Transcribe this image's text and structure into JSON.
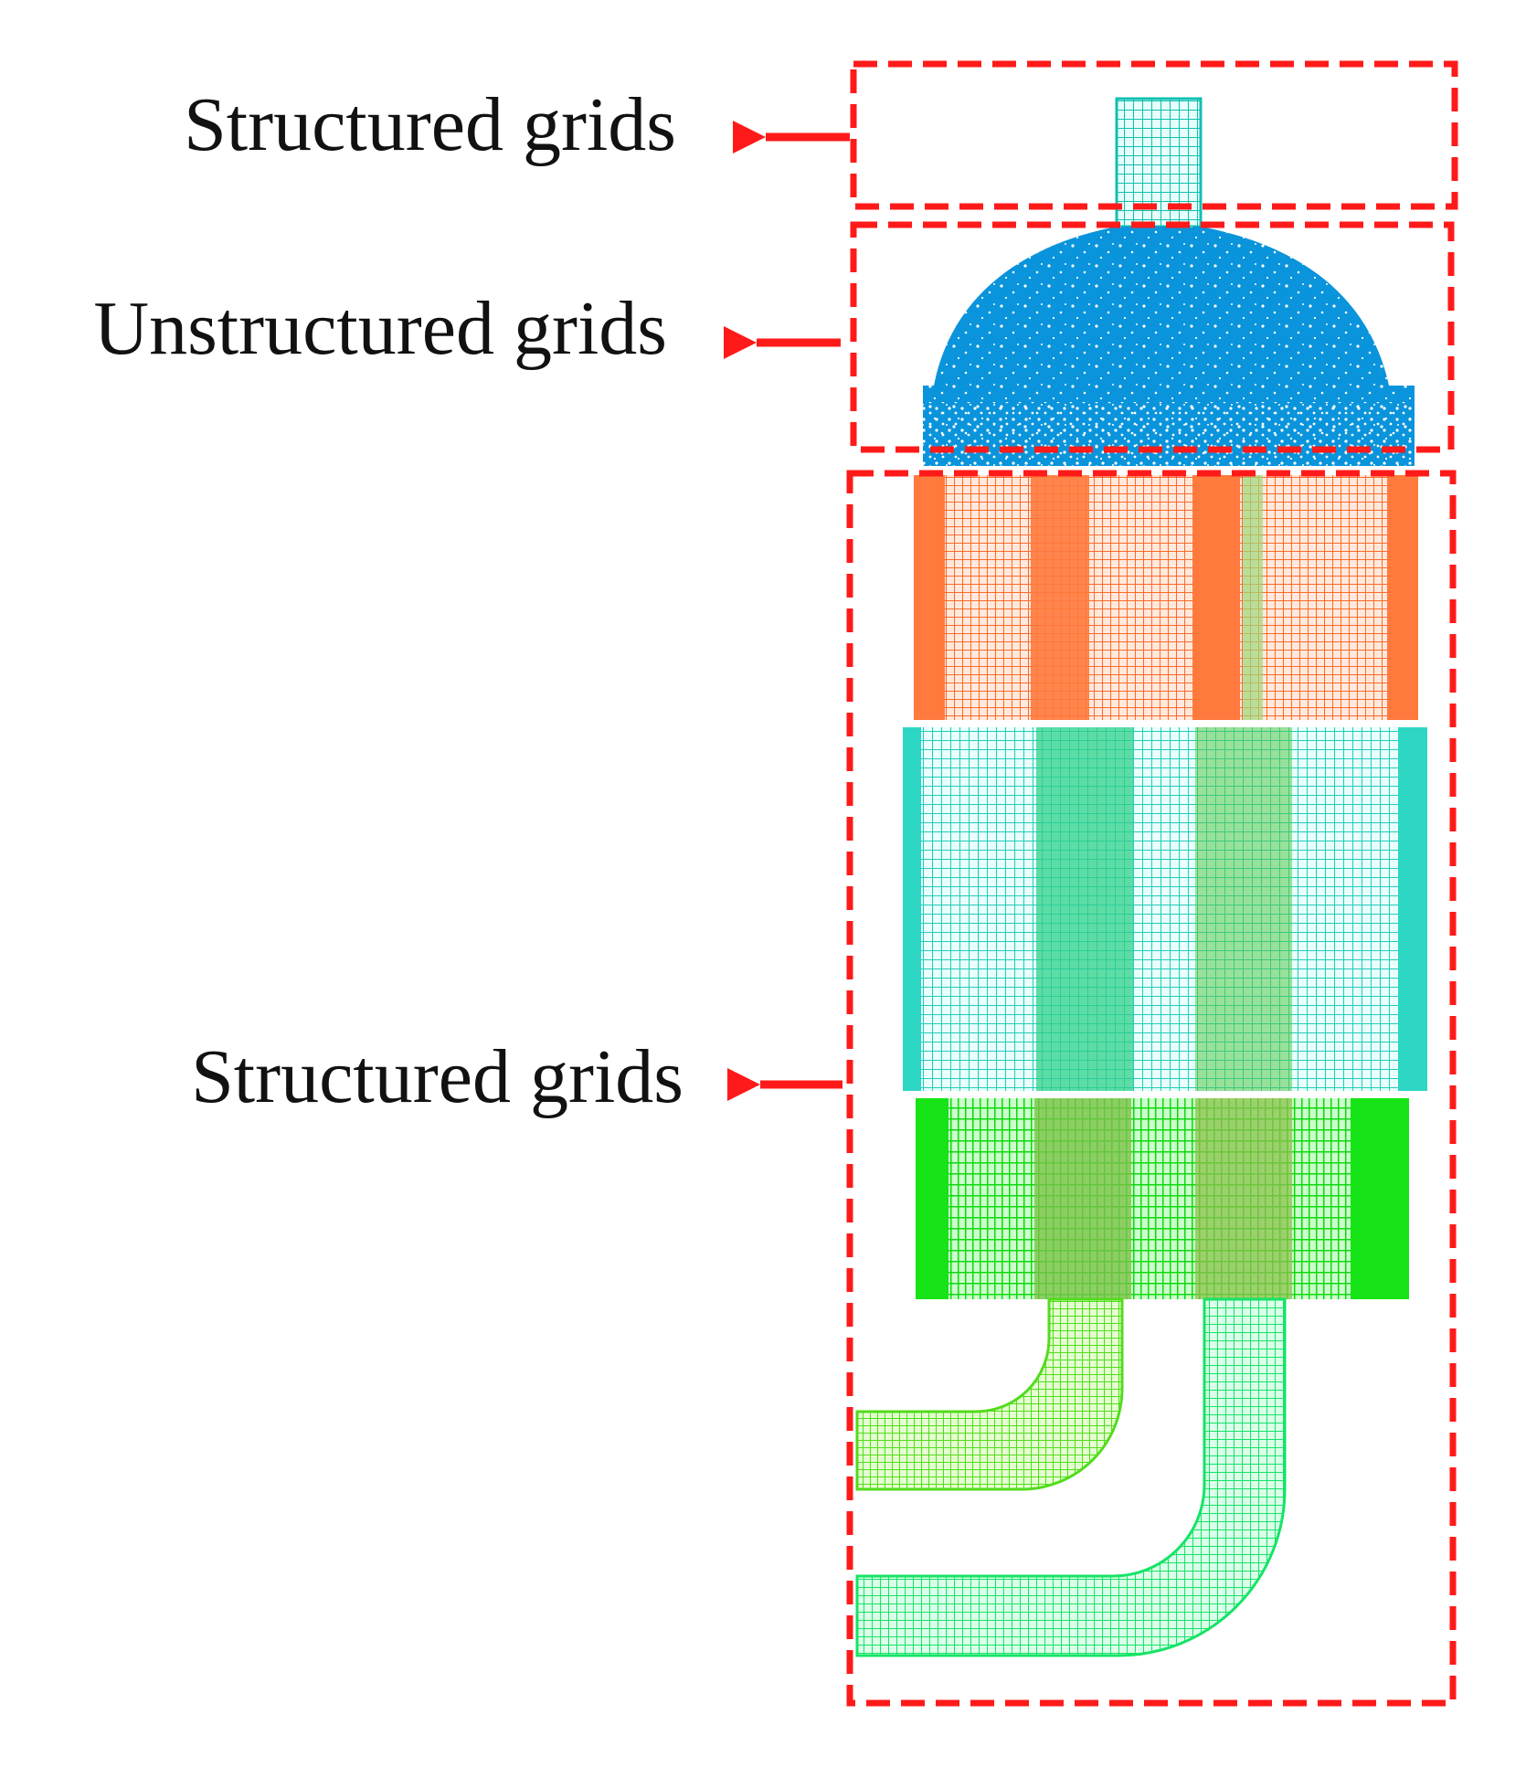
{
  "labels": {
    "top": "Structured grids",
    "middle": "Unstructured grids",
    "bottom": "Structured grids"
  },
  "colors": {
    "frame_dashes": "#ff1a1a",
    "arrow": "#ff1a1a",
    "inlet_pipe": "#33e0c0",
    "dome": "#0a94dc",
    "upper_cylinder": "#ff7a3c",
    "middle_cylinder": "#2ed6c4",
    "lower_cylinder": "#16e416",
    "left_outlet_pipe": "#5ee82a",
    "right_outlet_pipe": "#22ee70"
  }
}
